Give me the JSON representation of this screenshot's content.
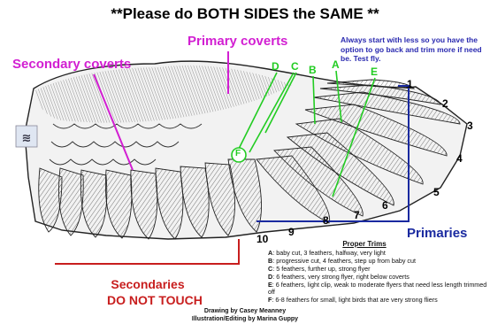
{
  "title": "**Please do BOTH SIDES the SAME **",
  "labels": {
    "primary_coverts": "Primary coverts",
    "secondary_coverts": "Secondary coverts",
    "primaries": "Primaries",
    "secondaries": "Secondaries",
    "do_not_touch": "DO NOT TOUCH"
  },
  "advice": "Always start with less so you have the option to go back and trim more if need be. Test fly.",
  "trim_letters": [
    "A",
    "B",
    "C",
    "D",
    "E",
    "F"
  ],
  "feather_numbers": [
    "1",
    "2",
    "3",
    "4",
    "5",
    "6",
    "7",
    "8",
    "9",
    "10"
  ],
  "proper_trims": {
    "heading": "Proper Trims",
    "items": [
      {
        "letter": "A",
        "text": ": baby cut, 3 feathers, halfway, very light"
      },
      {
        "letter": "B",
        "text": ": progressive cut, 4 feathers, step up from baby cut"
      },
      {
        "letter": "C",
        "text": ": 5 feathers, further up, strong flyer"
      },
      {
        "letter": "D",
        "text": ": 6 feathers, very strong flyer, right below coverts"
      },
      {
        "letter": "E",
        "text": ": 6 feathers, light clip, weak to moderate flyers that need less length trimmed off"
      },
      {
        "letter": "F",
        "text": ": 6-8 feathers for small, light birds that are very strong fliers"
      }
    ]
  },
  "credits": {
    "line1": "Drawing by Casey Meanney",
    "line2": "Illustration/Editing by Marina Guppy"
  },
  "colors": {
    "coverts_label": "#d21fd2",
    "primaries_label": "#1a2aa0",
    "secondaries_label": "#c81e1e",
    "trim_lines": "#22cc22",
    "advice_text": "#2a2ab0"
  }
}
